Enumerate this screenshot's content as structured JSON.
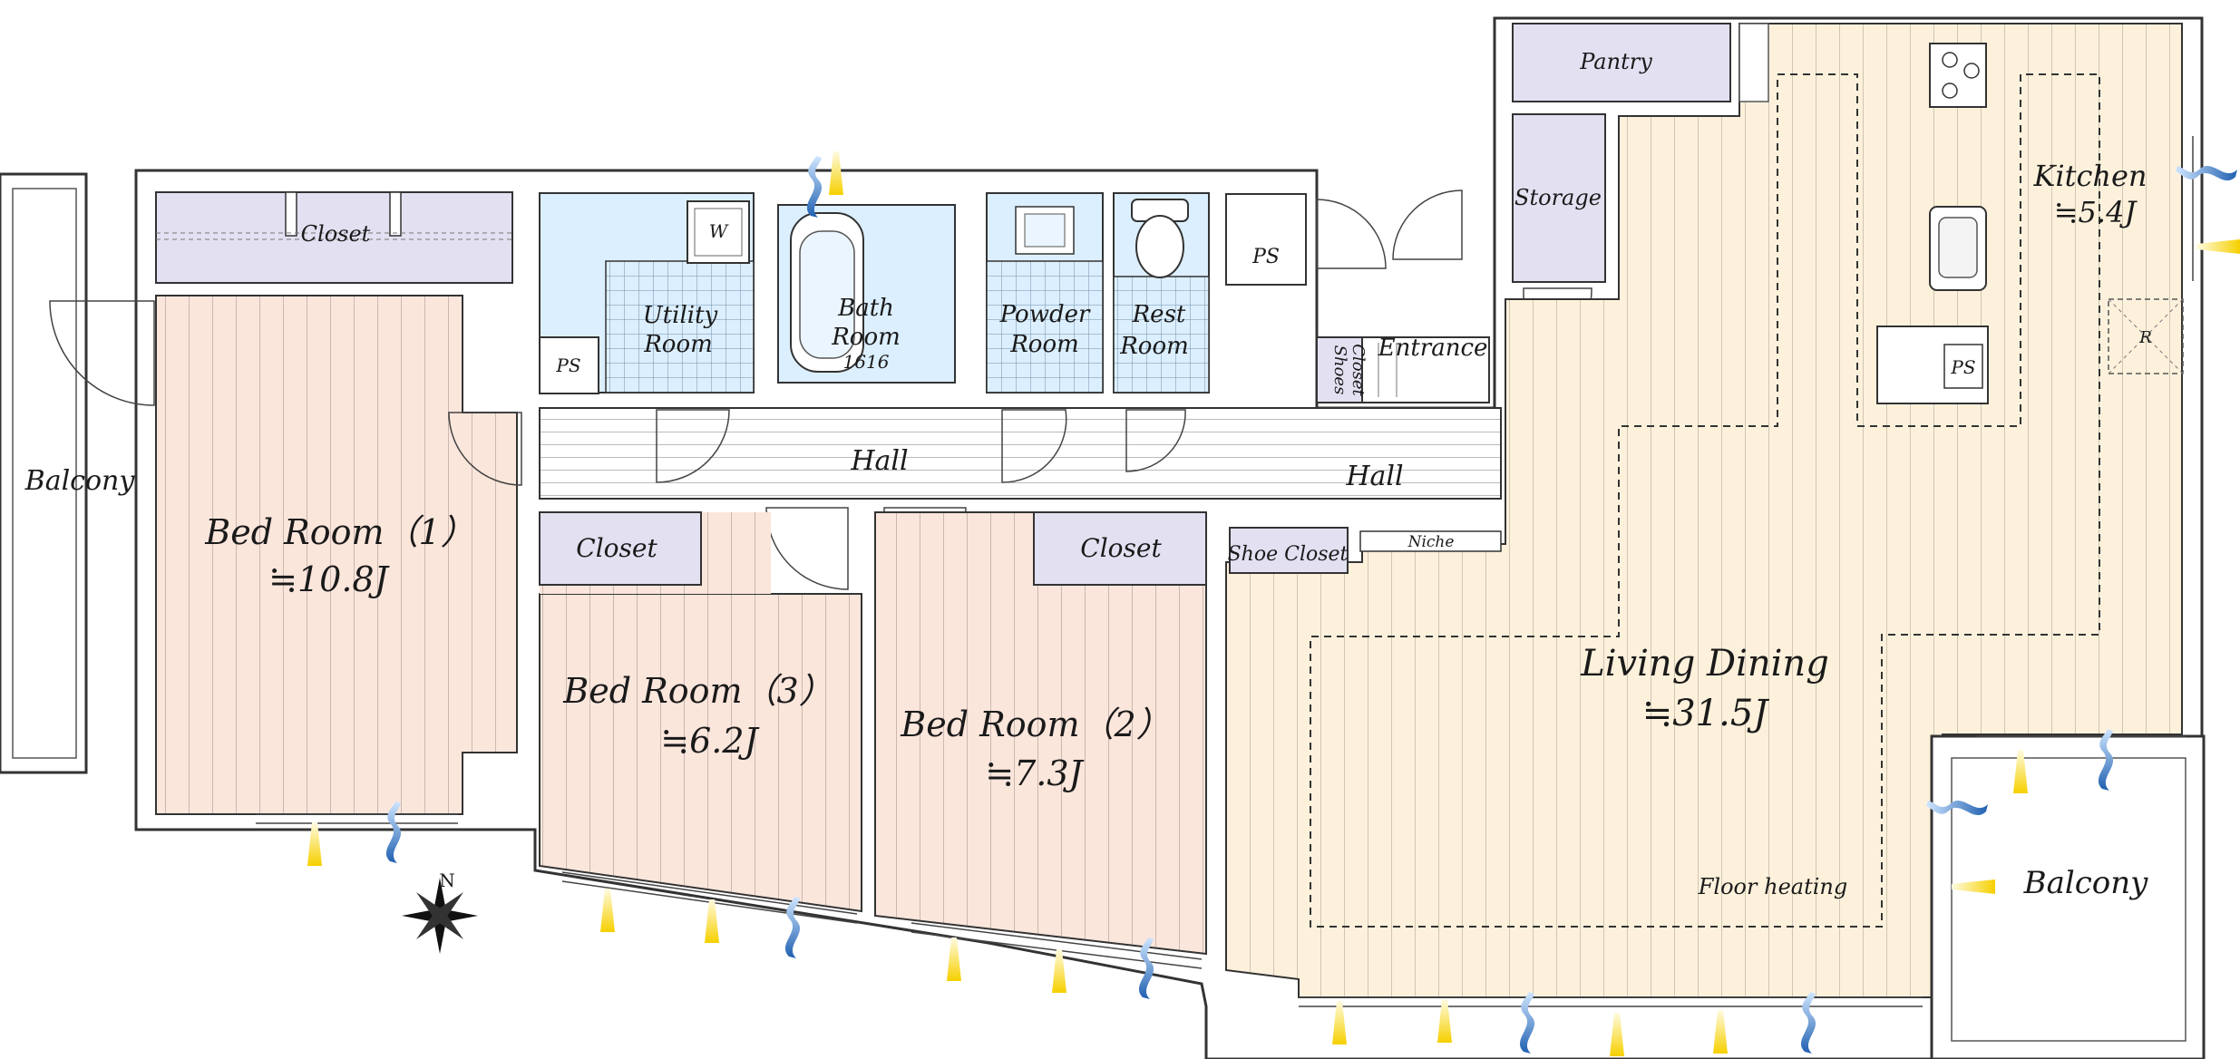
{
  "rooms": {
    "balcony_west": "Balcony",
    "closet_bed1": "Closet",
    "utility": "Utility",
    "utility_room": "Room",
    "washer": "W",
    "bath": "Bath",
    "bath_room": "Room",
    "bath_size": "1616",
    "powder": "Powder",
    "powder_room": "Room",
    "rest": "Rest",
    "rest_room": "Room",
    "ps_utility": "PS",
    "ps_hall": "PS",
    "ps_kitchen": "PS",
    "shoes_closet_line1": "Shoes",
    "shoes_closet_line2": "Closet",
    "entrance": "Entrance",
    "pantry": "Pantry",
    "storage": "Storage",
    "kitchen": "Kitchen",
    "kitchen_size": "≒5.4J",
    "refrigerator": "R",
    "hall_west": "Hall",
    "hall_east": "Hall",
    "bed1": "Bed Room（1）",
    "bed1_size": "≒10.8J",
    "closet_bed3": "Closet",
    "closet_bed2": "Closet",
    "shoe_closet": "Shoe Closet",
    "niche": "Niche",
    "bed3": "Bed Room（3）",
    "bed3_size": "≒6.2J",
    "bed2": "Bed Room（2）",
    "bed2_size": "≒7.3J",
    "living": "Living Dining",
    "living_size": "≒31.5J",
    "floor_heating": "Floor heating",
    "balcony_east": "Balcony"
  },
  "compass": "N",
  "colors": {
    "bedroom_floor": "#fbe6dc",
    "living_floor": "#fdf1dc",
    "wet_area": "#dcefff",
    "storage": "#e3e0f2",
    "wall": "#333333",
    "sun_arrow": "#f6d000",
    "wind_arrow": "#2a6fc4"
  }
}
